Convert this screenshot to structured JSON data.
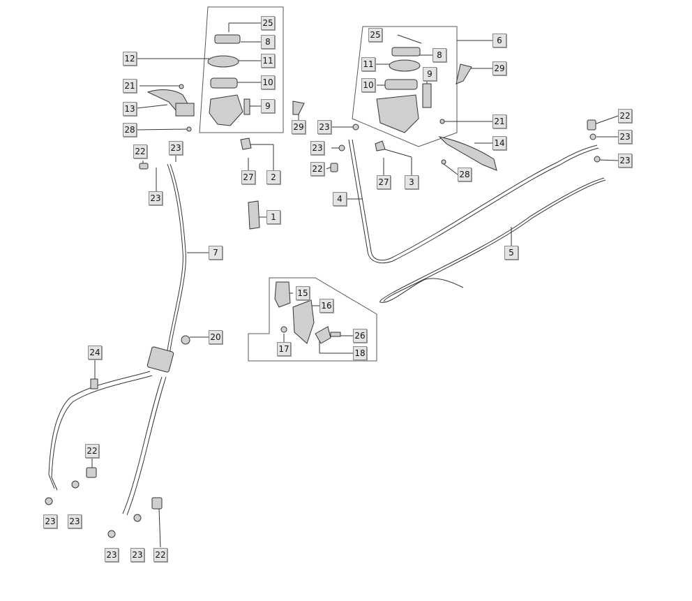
{
  "diagram": {
    "callouts": [
      {
        "id": "c25a",
        "text": "25"
      },
      {
        "id": "c8a",
        "text": "8"
      },
      {
        "id": "c12",
        "text": "12"
      },
      {
        "id": "c11a",
        "text": "11"
      },
      {
        "id": "c10a",
        "text": "10"
      },
      {
        "id": "c21a",
        "text": "21"
      },
      {
        "id": "c13",
        "text": "13"
      },
      {
        "id": "c9a",
        "text": "9"
      },
      {
        "id": "c28a",
        "text": "28"
      },
      {
        "id": "c29a",
        "text": "29"
      },
      {
        "id": "c22a",
        "text": "22"
      },
      {
        "id": "c23a",
        "text": "23"
      },
      {
        "id": "c23b",
        "text": "23"
      },
      {
        "id": "c27a",
        "text": "27"
      },
      {
        "id": "c2",
        "text": "2"
      },
      {
        "id": "c1",
        "text": "1"
      },
      {
        "id": "c7",
        "text": "7"
      },
      {
        "id": "c20",
        "text": "20"
      },
      {
        "id": "c24",
        "text": "24"
      },
      {
        "id": "c22b",
        "text": "22"
      },
      {
        "id": "c23c",
        "text": "23"
      },
      {
        "id": "c23d",
        "text": "23"
      },
      {
        "id": "c23e",
        "text": "23"
      },
      {
        "id": "c23f",
        "text": "23"
      },
      {
        "id": "c22c",
        "text": "22"
      },
      {
        "id": "c25b",
        "text": "25"
      },
      {
        "id": "c6",
        "text": "6"
      },
      {
        "id": "c11b",
        "text": "11"
      },
      {
        "id": "c8b",
        "text": "8"
      },
      {
        "id": "c9b",
        "text": "9"
      },
      {
        "id": "c29b",
        "text": "29"
      },
      {
        "id": "c10b",
        "text": "10"
      },
      {
        "id": "c23g",
        "text": "23"
      },
      {
        "id": "c23h",
        "text": "23"
      },
      {
        "id": "c22d",
        "text": "22"
      },
      {
        "id": "c27b",
        "text": "27"
      },
      {
        "id": "c3",
        "text": "3"
      },
      {
        "id": "c4",
        "text": "4"
      },
      {
        "id": "c21b",
        "text": "21"
      },
      {
        "id": "c14",
        "text": "14"
      },
      {
        "id": "c28b",
        "text": "28"
      },
      {
        "id": "c22e",
        "text": "22"
      },
      {
        "id": "c23i",
        "text": "23"
      },
      {
        "id": "c23j",
        "text": "23"
      },
      {
        "id": "c5",
        "text": "5"
      },
      {
        "id": "c15",
        "text": "15"
      },
      {
        "id": "c16",
        "text": "16"
      },
      {
        "id": "c17",
        "text": "17"
      },
      {
        "id": "c26",
        "text": "26"
      },
      {
        "id": "c18",
        "text": "18"
      }
    ]
  },
  "colors": {
    "line": "#333333",
    "callout_fill": "#e4e4e4",
    "callout_border": "#8a8a8a",
    "part_fill": "#c8c8c8"
  }
}
